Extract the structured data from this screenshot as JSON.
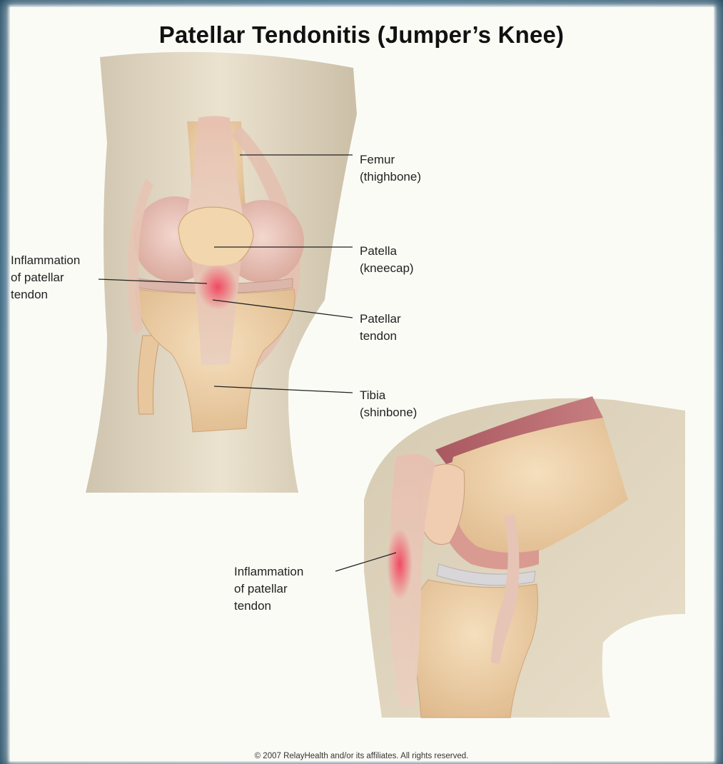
{
  "title": "Patellar Tendonitis (Jumper’s Knee)",
  "labels": {
    "femur": {
      "line1": "Femur",
      "line2": "(thighbone)"
    },
    "patella": {
      "line1": "Patella",
      "line2": "(kneecap)"
    },
    "patellar_tendon": {
      "line1": "Patellar",
      "line2": "tendon"
    },
    "tibia": {
      "line1": "Tibia",
      "line2": "(shinbone)"
    },
    "inflammation_front": {
      "line1": "Inflammation",
      "line2": "of patellar",
      "line3": "tendon"
    },
    "inflammation_side": {
      "line1": "Inflammation",
      "line2": "of patellar",
      "line3": "tendon"
    }
  },
  "copyright": "© 2007 RelayHealth and/or its affiliates.  All rights reserved.",
  "colors": {
    "skin": "#e6dcc8",
    "bone": "#efd4ac",
    "cartilage": "#e8c0b4",
    "tendon": "#e9c3b4",
    "inflammation": "#f0506a",
    "muscle": "#b86a70",
    "frame": "#1d5878"
  }
}
